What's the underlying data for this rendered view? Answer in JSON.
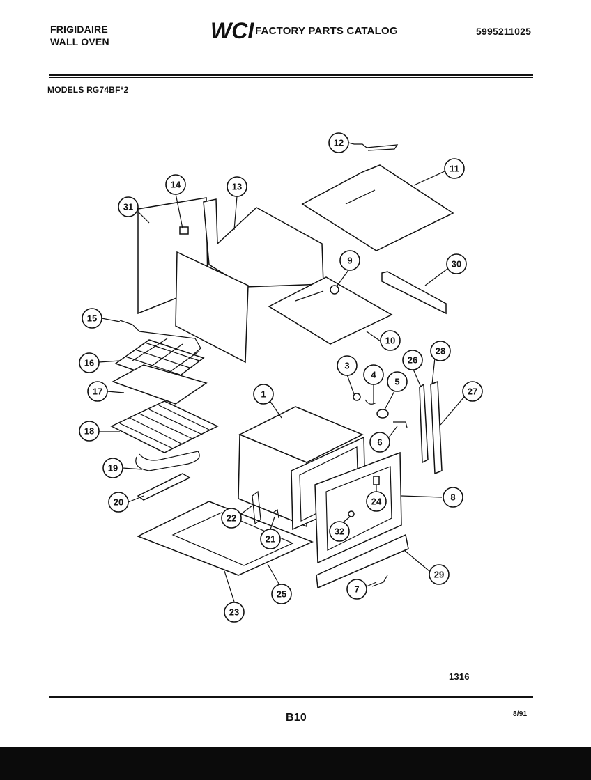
{
  "header": {
    "brand_line1": "FRIGIDAIRE",
    "brand_line2": "WALL OVEN",
    "logo_text": "WCI",
    "catalog_title": "FACTORY PARTS CATALOG",
    "catalog_number": "5995211025",
    "models": "MODELS RG74BF*2"
  },
  "diagram": {
    "callouts": [
      {
        "id": "1",
        "label": "1"
      },
      {
        "id": "3",
        "label": "3"
      },
      {
        "id": "4",
        "label": "4"
      },
      {
        "id": "5",
        "label": "5"
      },
      {
        "id": "6",
        "label": "6"
      },
      {
        "id": "7",
        "label": "7"
      },
      {
        "id": "8",
        "label": "8"
      },
      {
        "id": "9",
        "label": "9"
      },
      {
        "id": "10",
        "label": "10"
      },
      {
        "id": "11",
        "label": "11"
      },
      {
        "id": "12",
        "label": "12"
      },
      {
        "id": "13",
        "label": "13"
      },
      {
        "id": "14",
        "label": "14"
      },
      {
        "id": "15",
        "label": "15"
      },
      {
        "id": "16",
        "label": "16"
      },
      {
        "id": "17",
        "label": "17"
      },
      {
        "id": "18",
        "label": "18"
      },
      {
        "id": "19",
        "label": "19"
      },
      {
        "id": "20",
        "label": "20"
      },
      {
        "id": "21",
        "label": "21"
      },
      {
        "id": "22",
        "label": "22"
      },
      {
        "id": "23",
        "label": "23"
      },
      {
        "id": "24",
        "label": "24"
      },
      {
        "id": "25",
        "label": "25"
      },
      {
        "id": "26",
        "label": "26"
      },
      {
        "id": "27",
        "label": "27"
      },
      {
        "id": "28",
        "label": "28"
      },
      {
        "id": "29",
        "label": "29"
      },
      {
        "id": "30",
        "label": "30"
      },
      {
        "id": "31",
        "label": "31"
      },
      {
        "id": "32",
        "label": "32"
      }
    ]
  },
  "footer": {
    "figure_number": "1316",
    "page_number": "B10",
    "date": "8/91"
  }
}
